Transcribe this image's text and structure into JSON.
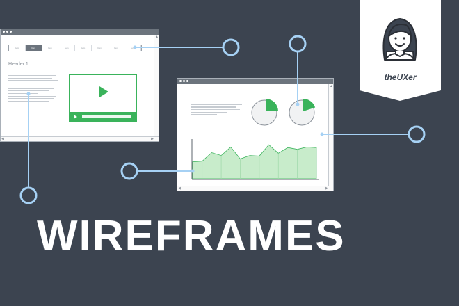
{
  "window1": {
    "nav_items": [
      "Item",
      "Item",
      "Item",
      "Item",
      "Item",
      "Item",
      "Item",
      "Item"
    ],
    "active_nav_index": 1,
    "header": "Header 1"
  },
  "window2": {
    "pie_charts": [
      {
        "filled_fraction": 0.25
      },
      {
        "filled_fraction": 0.2
      }
    ]
  },
  "area_chart": {
    "type": "area",
    "values": [
      30,
      31,
      46,
      41,
      56,
      35,
      41,
      40,
      60,
      45,
      55,
      52,
      56,
      55
    ]
  },
  "badge": {
    "label": "theUXer"
  },
  "title": "WIREFRAMES",
  "colors": {
    "background": "#3c4450",
    "accent_green": "#3ab35b",
    "chart_fill": "#c8eccb",
    "connector": "#a6d1f4"
  }
}
